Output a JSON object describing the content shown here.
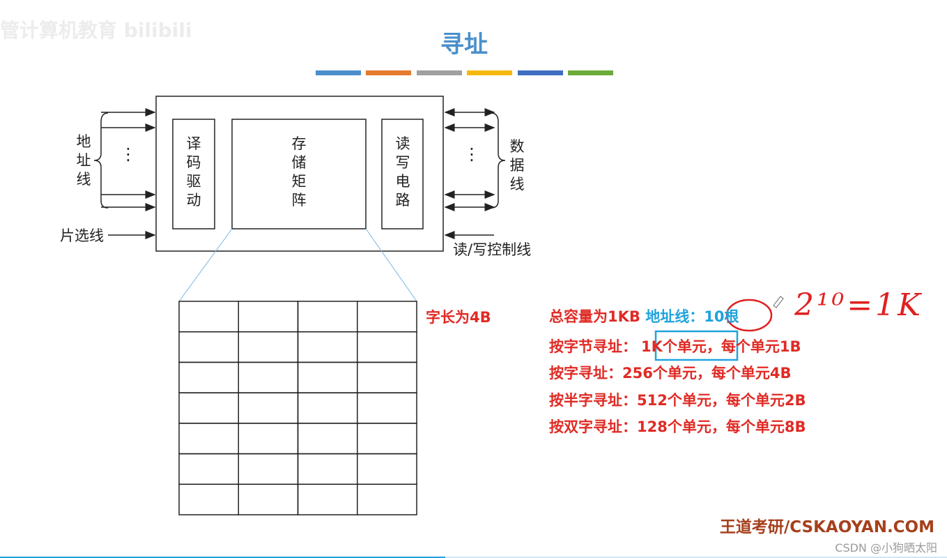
{
  "watermark_logo": "管计算机教育 bilibili",
  "title": "寻址",
  "color_bars": [
    "#4a8fcb",
    "#e67a2e",
    "#a0a0a0",
    "#f5b80f",
    "#3f6ec0",
    "#6aab3a"
  ],
  "diagram": {
    "address_lines": "地址线",
    "decoder": "译码驱动",
    "matrix": "存储矩阵",
    "rw_circuit": "读写电路",
    "data_lines": "数据线",
    "chip_select": "片选线",
    "rw_control": "读/写控制线",
    "dots": "⋮",
    "word_length": "字长为4B",
    "grid_rows": 7,
    "grid_cols": 4
  },
  "notes": {
    "line1_a": "总容量为1KB ",
    "line1_b": "地址线：",
    "line1_c": "10根",
    "line2_a": "按字节寻址：",
    "line2_b": "1K个单元",
    "line2_c": "，每个单元1B",
    "line3": "按字寻址：256个单元，每个单元4B",
    "line4": "按半字寻址：512个单元，每个单元2B",
    "line5": "按双字寻址：128个单元，每个单元8B",
    "handwriting": "2¹⁰=1K"
  },
  "footer": "王道考研/CSKAOYAN.COM",
  "csdn_watermark": "CSDN @小狗晒太阳"
}
